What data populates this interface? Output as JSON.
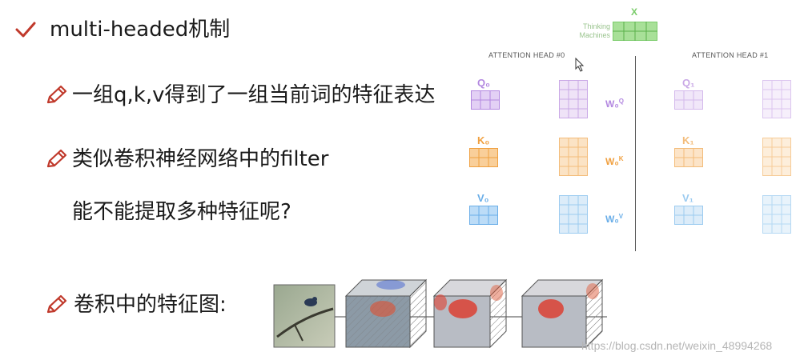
{
  "bullets": {
    "b1": "multi-headed机制",
    "b2": "一组q,k,v得到了一组当前词的特征表达",
    "b3": "类似卷积神经网络中的filter",
    "b3_sub": "能不能提取多种特征呢?",
    "b4": "卷积中的特征图:"
  },
  "diagram": {
    "x_label": "X",
    "input_label_line1": "Thinking",
    "input_label_line2": "Machines",
    "head0_title": "ATTENTION HEAD #0",
    "head1_title": "ATTENTION HEAD #1",
    "q0": "Q₀",
    "k0": "K₀",
    "v0": "V₀",
    "q1": "Q₁",
    "k1": "K₁",
    "v1": "V₁",
    "wq0": "W₀Q",
    "wk0": "W₀K",
    "wv0": "W₀V"
  },
  "watermark": "https://blog.csdn.net/weixin_48994268",
  "colors": {
    "check": "#c0392b",
    "pencil": "#c0392b",
    "q": "#b388e0",
    "k": "#f0a040",
    "v": "#6aaee8",
    "x": "#7acc6a"
  }
}
